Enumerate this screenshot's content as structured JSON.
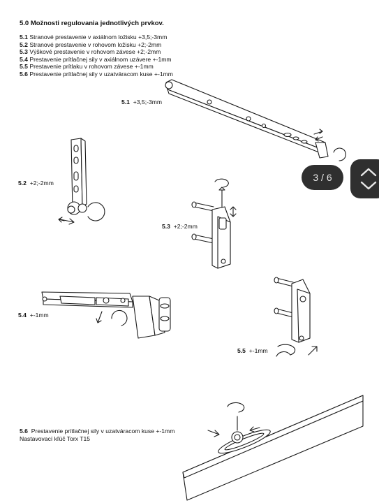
{
  "title": "5.0 Možnosti regulovania jednotlivých prvkov.",
  "items": [
    {
      "num": "5.1",
      "text": "Stranové prestavenie v axiálnom ložisku +3,5;-3mm"
    },
    {
      "num": "5.2",
      "text": "Stranové prestavenie v rohovom ložisku +2;-2mm"
    },
    {
      "num": "5.3",
      "text": "Výškové prestavenie v rohovom závese +2;-2mm"
    },
    {
      "num": "5.4",
      "text": "Prestavenie prítlačnej sily v axiálnom uzávere +-1mm"
    },
    {
      "num": "5.5",
      "text": "Prestavenie prítlaku v rohovom závese +-1mm"
    },
    {
      "num": "5.6",
      "text": "Prestavenie prítlačnej sily v uzatváracom kuse +-1mm"
    }
  ],
  "figure_labels": {
    "f51": {
      "num": "5.1",
      "text": "+3,5;-3mm"
    },
    "f52": {
      "num": "5.2",
      "text": "+2;-2mm"
    },
    "f53": {
      "num": "5.3",
      "text": "+2;-2mm"
    },
    "f54": {
      "num": "5.4",
      "text": "+-1mm"
    },
    "f55": {
      "num": "5.5",
      "text": "+-1mm"
    },
    "f56": {
      "num": "5.6",
      "text": "Prestavenie prítlačnej sily v uzatváracom kuse +-1mm",
      "line2": "Nastavovací kľúč Torx  T15"
    }
  },
  "pager": {
    "text": "3 / 6"
  }
}
